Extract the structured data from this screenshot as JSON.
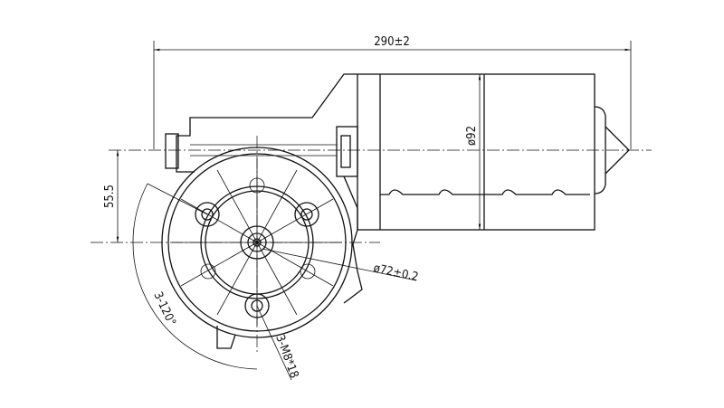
{
  "drawing": {
    "overall_length": "290±2",
    "motor_diameter": "ø92",
    "offset_height": "55.5",
    "flange_diameter": "ø72±0.2",
    "hole_angle": "3-120°",
    "mount_threads": "3-M8*18"
  },
  "colors": {
    "line": "#111111",
    "background": "#ffffff"
  }
}
